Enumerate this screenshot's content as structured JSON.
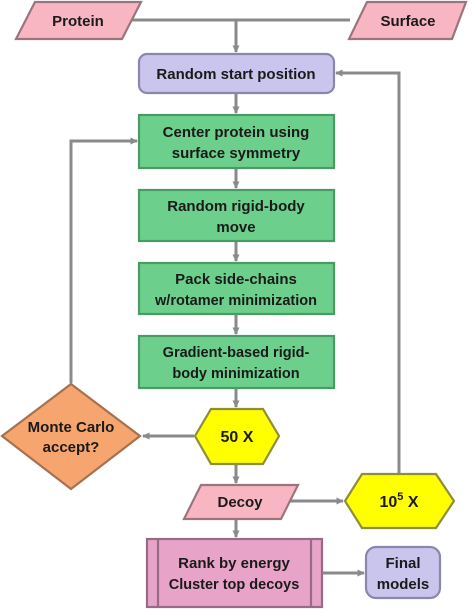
{
  "colors": {
    "input": "#f7b6c2",
    "input_stroke": "#9a7580",
    "start": "#c9c5ec",
    "start_stroke": "#8a86ad",
    "process": "#6dcf8c",
    "process_stroke": "#4a9a66",
    "loop": "#ffff00",
    "loop_stroke": "#8e8e3a",
    "decision": "#f6a56e",
    "decision_stroke": "#a47151",
    "rank": "#e8a4c8",
    "rank_stroke": "#956b86",
    "final": "#c9c5ec",
    "final_stroke": "#8a86ad",
    "edge": "#8a8a8a"
  },
  "nodes": {
    "protein": {
      "label": "Protein",
      "shape": "parallelogram"
    },
    "surface": {
      "label": "Surface",
      "shape": "parallelogram"
    },
    "random_start": {
      "label": "Random start position",
      "shape": "rounded-rect"
    },
    "center_protein": {
      "line1": "Center protein using",
      "line2": "surface symmetry",
      "shape": "rect"
    },
    "rigid_body_move": {
      "line1": "Random rigid-body",
      "line2": "move",
      "shape": "rect"
    },
    "pack_side_chains": {
      "line1": "Pack side-chains",
      "line2": "w/rotamer minimization",
      "shape": "rect"
    },
    "gradient_min": {
      "line1": "Gradient-based rigid-",
      "line2": "body minimization",
      "shape": "rect"
    },
    "loop_50": {
      "label": "50 X",
      "shape": "hexagon"
    },
    "monte_carlo": {
      "line1": "Monte Carlo",
      "line2": "accept?",
      "shape": "diamond"
    },
    "decoy": {
      "label": "Decoy",
      "shape": "parallelogram"
    },
    "loop_1e5": {
      "base": "10",
      "exponent": "5",
      "suffix": " X",
      "shape": "hexagon"
    },
    "rank_cluster": {
      "line1": "Rank by energy",
      "line2": "Cluster top decoys",
      "shape": "predefined-process"
    },
    "final_models": {
      "line1": "Final",
      "line2": "models",
      "shape": "rounded-rect"
    }
  },
  "edges": [
    {
      "from": "protein",
      "to": "random_start"
    },
    {
      "from": "surface",
      "to": "random_start"
    },
    {
      "from": "random_start",
      "to": "center_protein"
    },
    {
      "from": "center_protein",
      "to": "rigid_body_move"
    },
    {
      "from": "rigid_body_move",
      "to": "pack_side_chains"
    },
    {
      "from": "pack_side_chains",
      "to": "gradient_min"
    },
    {
      "from": "gradient_min",
      "to": "loop_50"
    },
    {
      "from": "loop_50",
      "to": "monte_carlo"
    },
    {
      "from": "monte_carlo",
      "to": "center_protein"
    },
    {
      "from": "loop_50",
      "to": "decoy"
    },
    {
      "from": "decoy",
      "to": "loop_1e5"
    },
    {
      "from": "loop_1e5",
      "to": "random_start"
    },
    {
      "from": "decoy",
      "to": "rank_cluster"
    },
    {
      "from": "rank_cluster",
      "to": "final_models"
    }
  ]
}
